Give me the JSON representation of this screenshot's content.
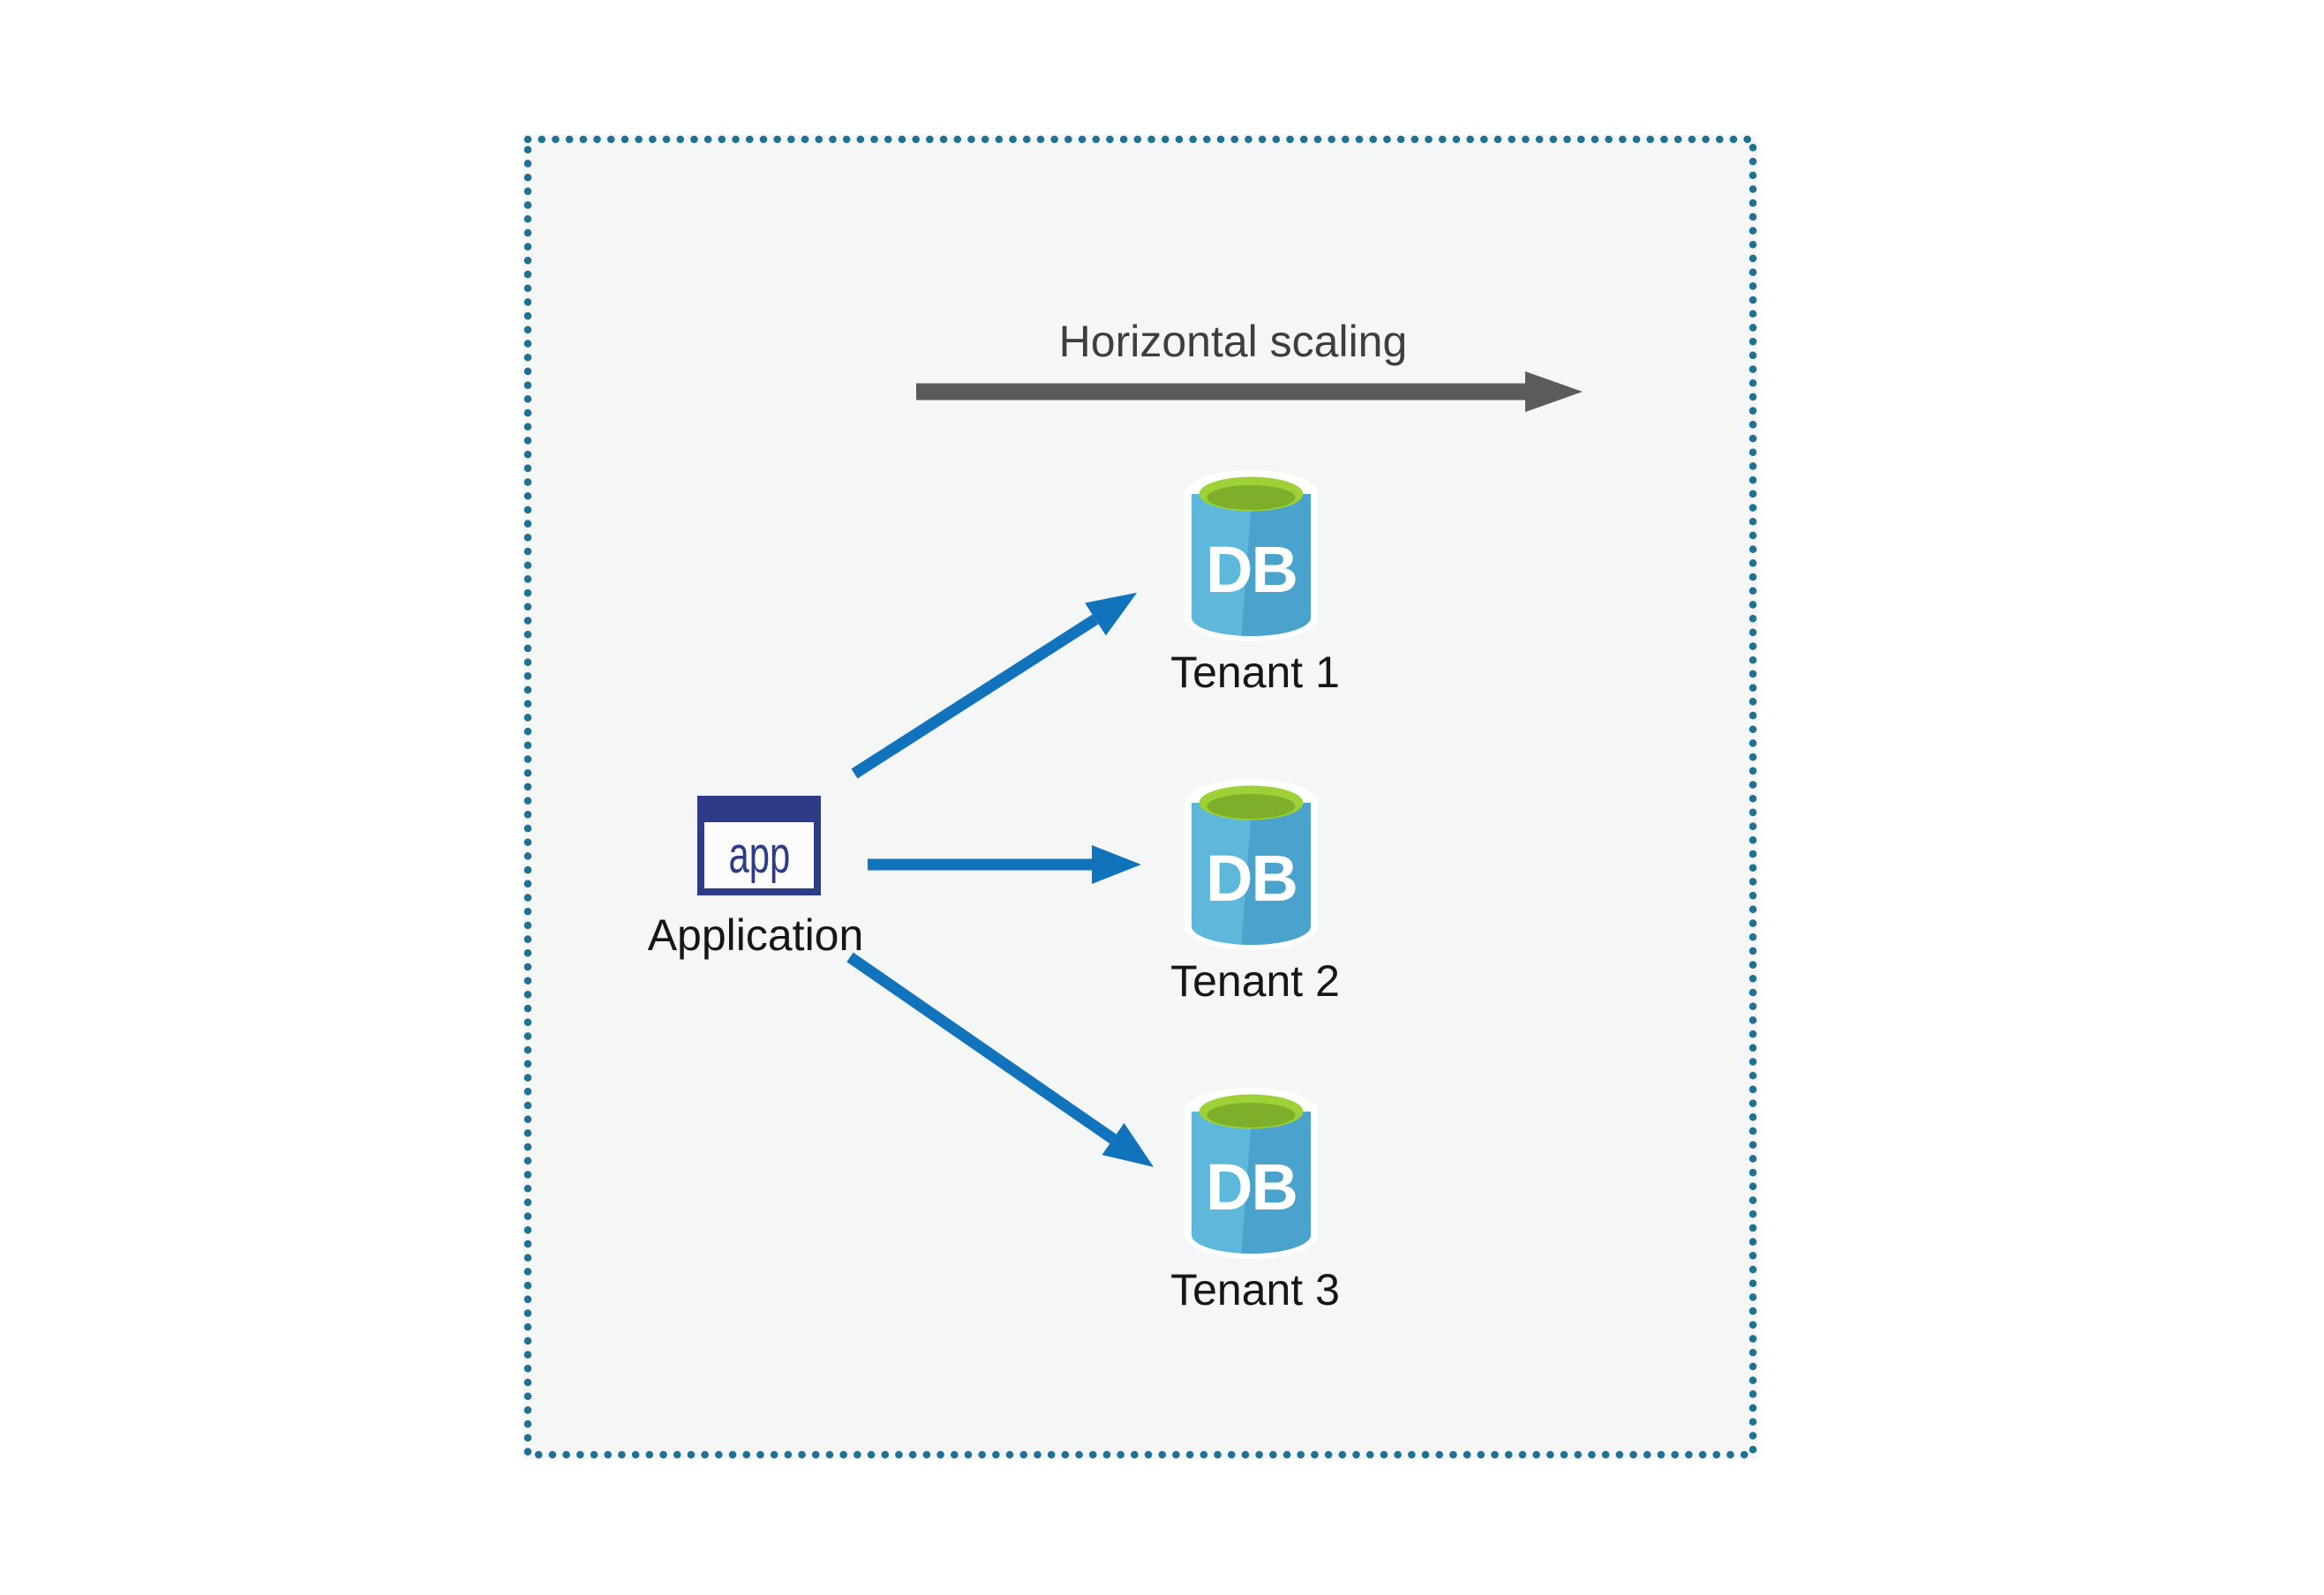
{
  "diagram": {
    "title": "Horizontal scaling",
    "application": {
      "icon_text": "app",
      "label": "Application"
    },
    "tenants": [
      {
        "icon_text": "DB",
        "label": "Tenant 1"
      },
      {
        "icon_text": "DB",
        "label": "Tenant 2"
      },
      {
        "icon_text": "DB",
        "label": "Tenant 3"
      }
    ],
    "colors": {
      "page_bg": "#ffffff",
      "panel_bg": "#f5f6f6",
      "border_dots": "#1f7195",
      "scaling_arrow": "#5b5b5b",
      "connector_arrow": "#1273bd",
      "app_navy": "#2e3b87",
      "db_blue_light": "#5eb8dc",
      "db_blue_dark": "#4aa3cc",
      "db_green_bright": "#9ed135",
      "db_green_dark": "#7daf2b",
      "title_text": "#3e3e3e",
      "label_text": "#161616"
    }
  }
}
